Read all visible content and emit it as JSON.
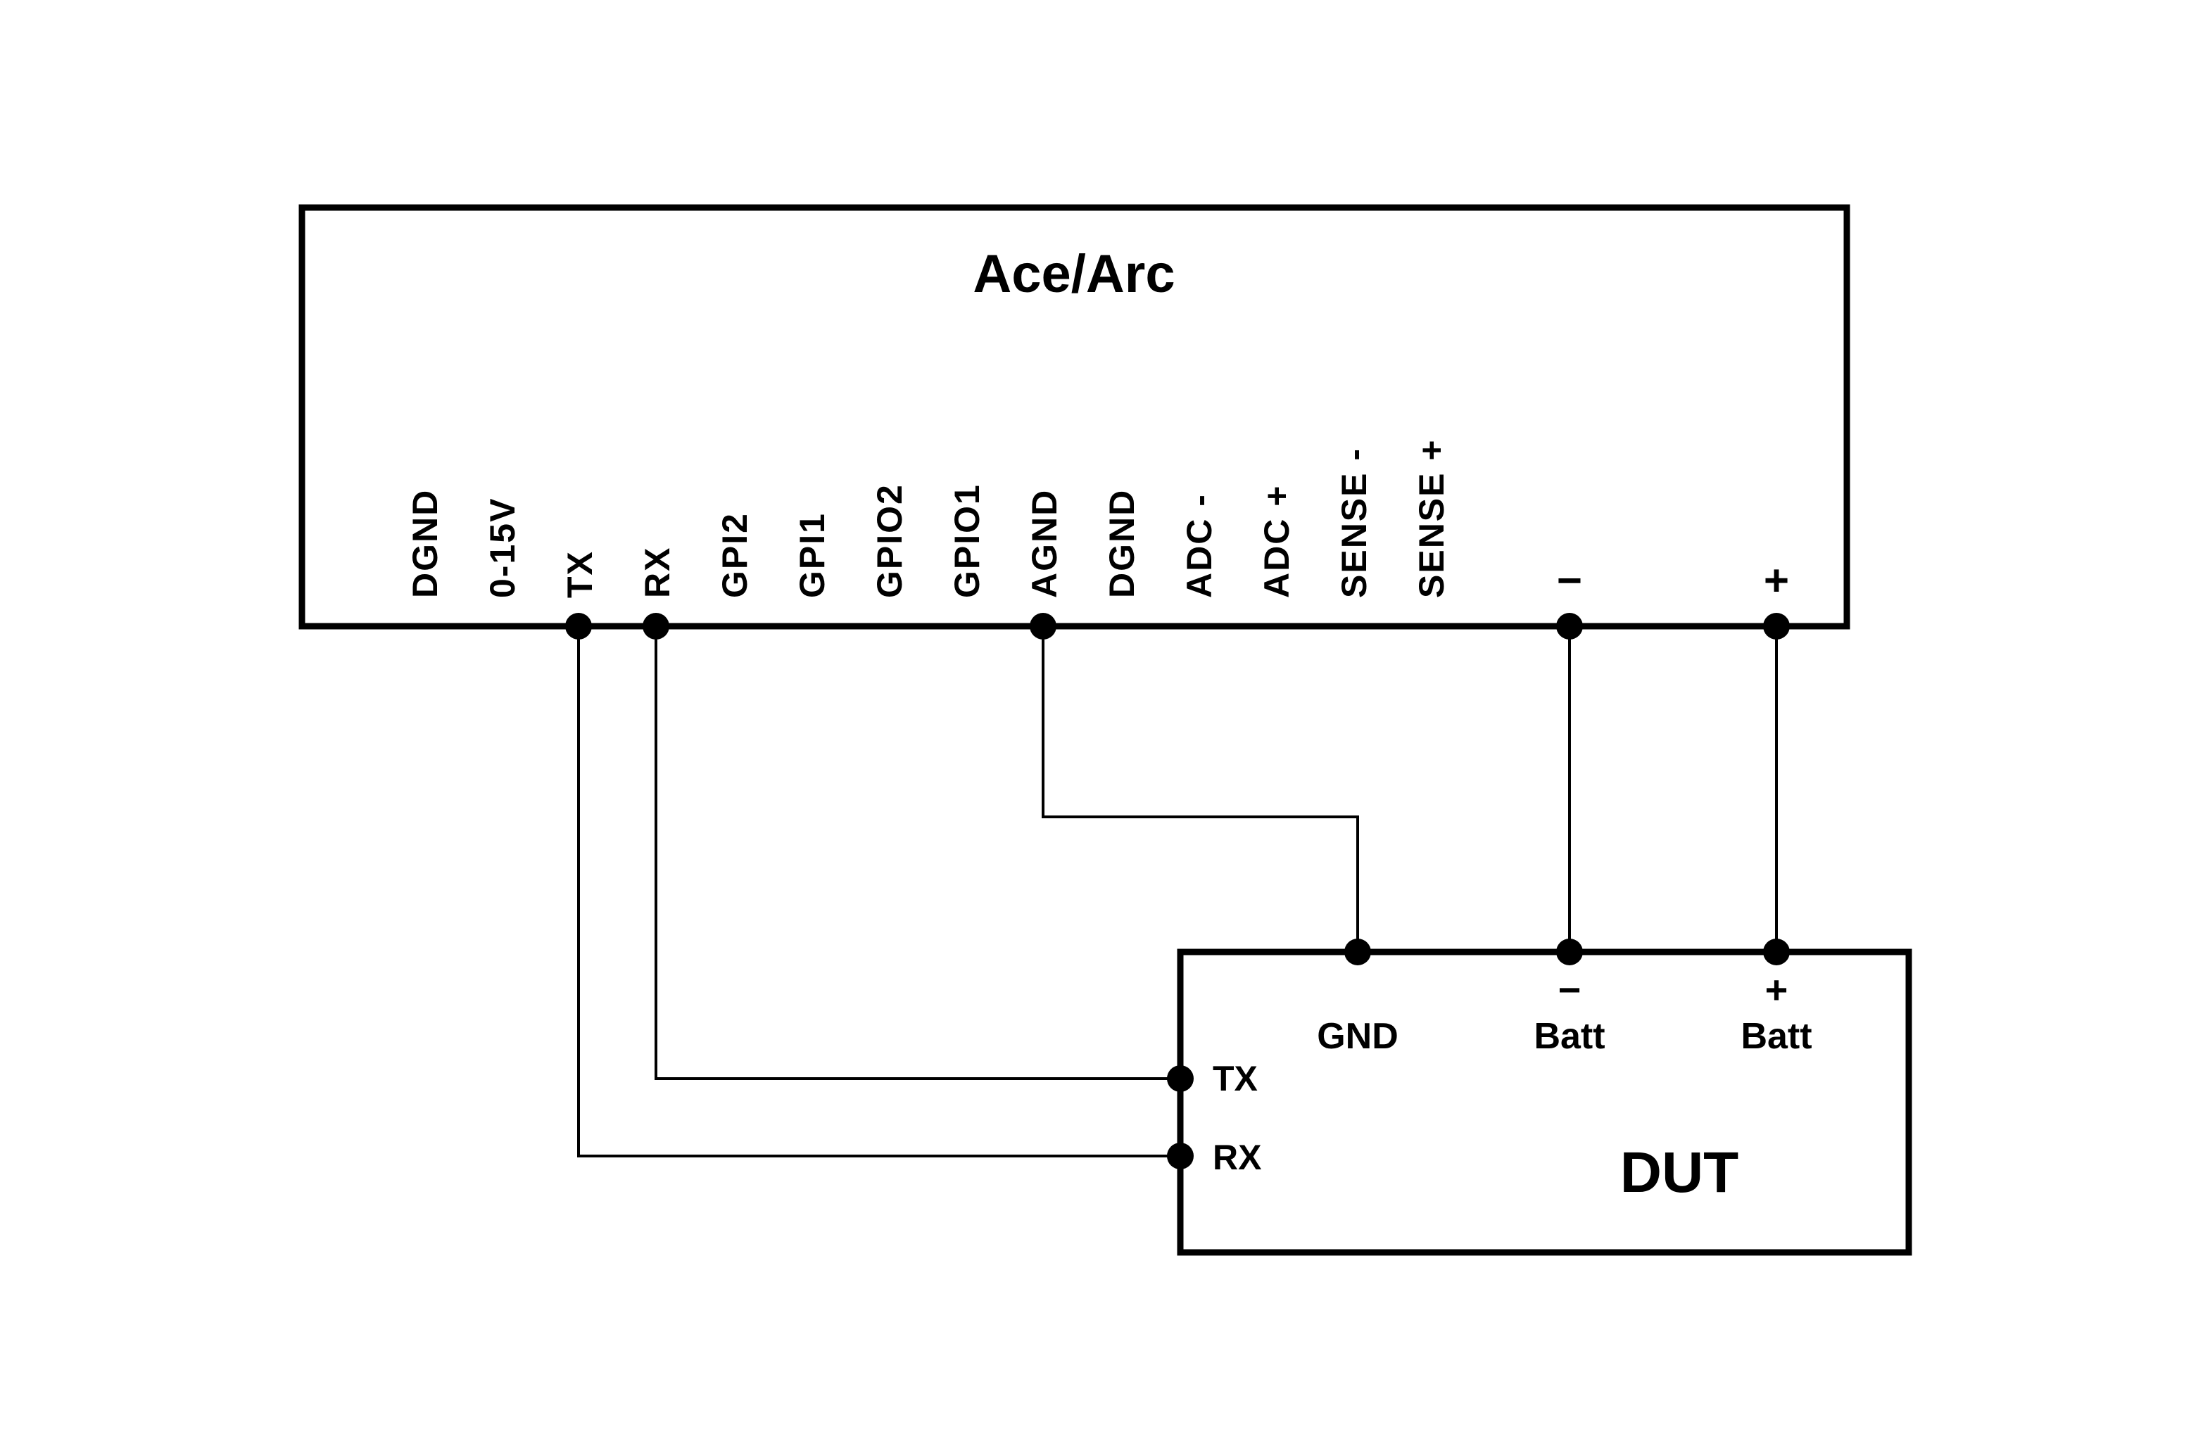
{
  "colors": {
    "line": "#000000",
    "background": "#ffffff"
  },
  "ace": {
    "title": "Ace/Arc",
    "pins": [
      "DGND",
      "0-15V",
      "TX",
      "RX",
      "GPI2",
      "GPI1",
      "GPIO2",
      "GPIO1",
      "AGND",
      "DGND",
      "ADC -",
      "ADC +",
      "SENSE -",
      "SENSE +"
    ],
    "batt_minus_sign": "−",
    "batt_plus_sign": "+"
  },
  "dut": {
    "title": "DUT",
    "pins": {
      "gnd": "GND",
      "batt_minus_sign": "−",
      "batt_minus": "Batt",
      "batt_plus_sign": "+",
      "batt_plus": "Batt",
      "tx": "TX",
      "rx": "RX"
    }
  },
  "connections": [
    "Ace/Arc TX -> DUT RX",
    "Ace/Arc RX -> DUT TX",
    "Ace/Arc AGND -> DUT GND",
    "Ace/Arc − -> DUT − Batt",
    "Ace/Arc + -> DUT + Batt"
  ]
}
